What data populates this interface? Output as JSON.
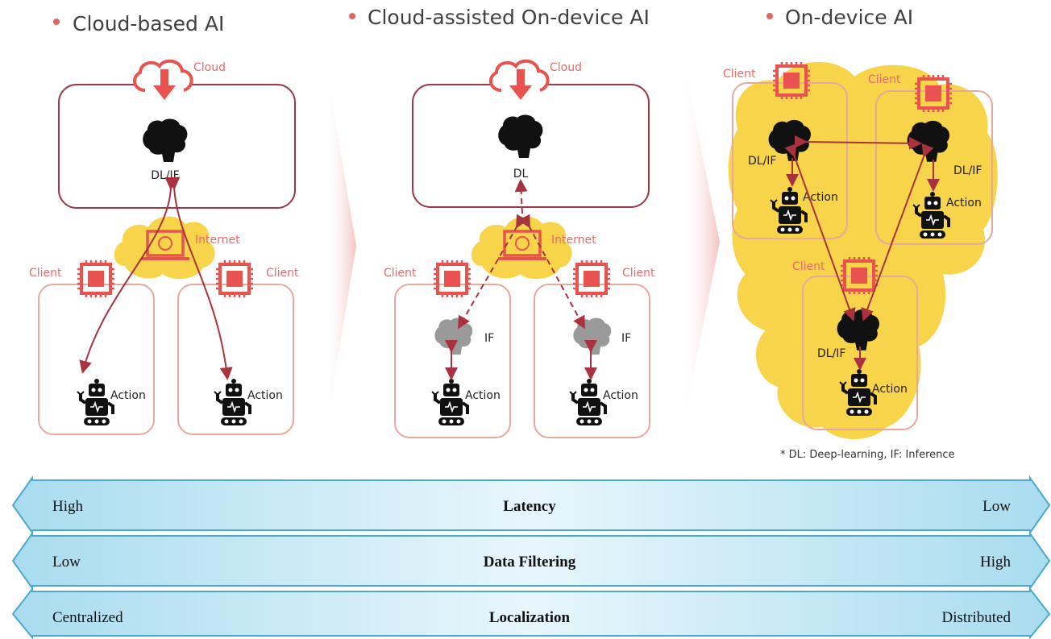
{
  "panels": [
    {
      "title": "Cloud-based AI",
      "cloud_label": "Cloud",
      "brain_label": "DL/IF",
      "internet_label": "Internet",
      "client_labels": [
        "Client",
        "Client"
      ],
      "action_labels": [
        "Action",
        "Action"
      ]
    },
    {
      "title": "Cloud-assisted On-device AI",
      "cloud_label": "Cloud",
      "brain_label": "DL",
      "internet_label": "Internet",
      "client_labels": [
        "Client",
        "Client"
      ],
      "client_brain_labels": [
        "IF",
        "IF"
      ],
      "action_labels": [
        "Action",
        "Action"
      ]
    },
    {
      "title": "On-device AI",
      "client_labels": [
        "Client",
        "Client",
        "Client"
      ],
      "brain_labels": [
        "DL/IF",
        "DL/IF",
        "DL/IF"
      ],
      "action_labels": [
        "Action",
        "Action",
        "Action"
      ]
    }
  ],
  "footnote": "* DL: Deep-learning, IF: Inference",
  "bars": [
    {
      "left": "High",
      "center": "Latency",
      "right": "Low"
    },
    {
      "left": "Low",
      "center": "Data Filtering",
      "right": "High"
    },
    {
      "left": "Centralized",
      "center": "Localization",
      "right": "Distributed"
    }
  ],
  "colors": {
    "accent_red": "#e8524f",
    "dark_red": "#a8323e",
    "client_border": "#e8a99d",
    "cloud_border": "#9b3a46",
    "yellow": "#f7d44a",
    "bar_fill": "#bfe6f5",
    "bar_stroke": "#4aa9cf"
  }
}
